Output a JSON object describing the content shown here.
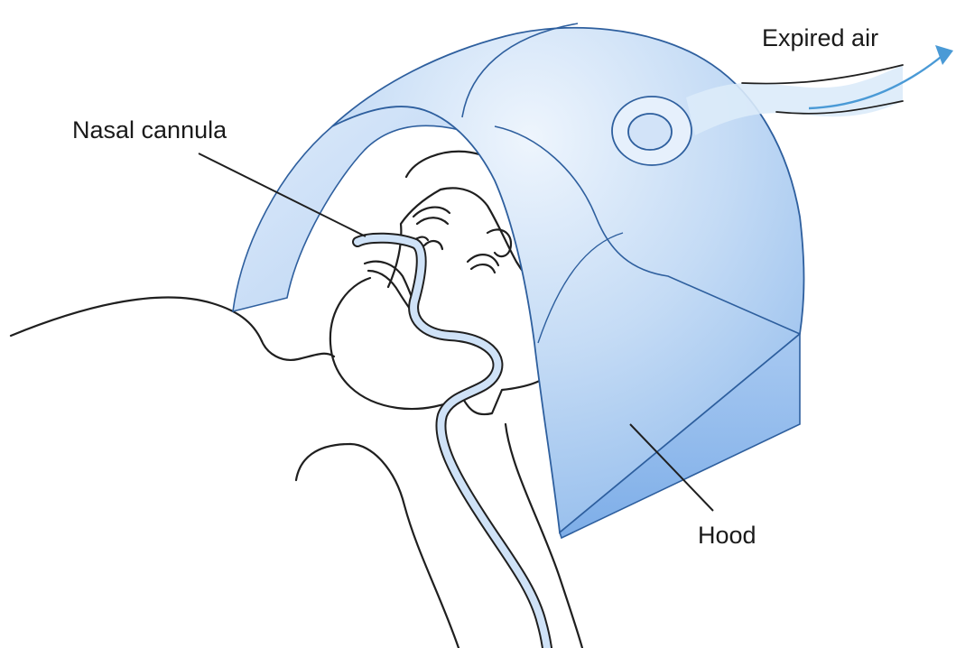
{
  "labels": {
    "nasal_cannula": "Nasal cannula",
    "expired_air": "Expired air",
    "hood": "Hood"
  },
  "colors": {
    "hood_fill_light": "#eef5fd",
    "hood_fill_mid": "#b9d4f3",
    "hood_fill_dark": "#7fb0ea",
    "hood_edge": "#2e5f9e",
    "tubing_fill": "#cfe2f7",
    "airflow_arrow": "#4a9ad6",
    "outline": "#1f1f1f"
  }
}
